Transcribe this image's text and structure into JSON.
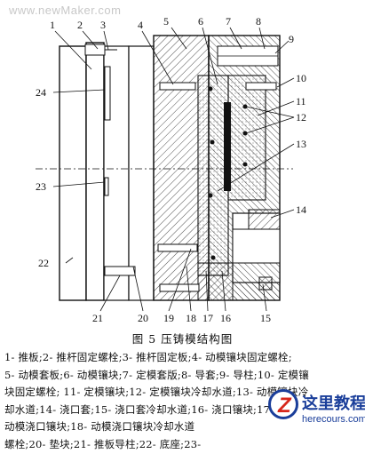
{
  "watermark": "www.newMaker.com",
  "figure": {
    "caption": "图 5  压铸模结构图",
    "callouts": {
      "1": "1",
      "2": "2",
      "3": "3",
      "4": "4",
      "5": "5",
      "6": "6",
      "7": "7",
      "8": "8",
      "9": "9",
      "10": "10",
      "11": "11",
      "12": "12",
      "13": "13",
      "14": "14",
      "15": "15",
      "16": "16",
      "17": "17",
      "18": "18",
      "19": "19",
      "20": "20",
      "21": "21",
      "22": "22",
      "23": "23",
      "24": "24"
    }
  },
  "legend_lines": [
    "1- 推板;2- 推杆固定螺栓;3- 推杆固定板;4- 动模镶块固定螺栓;",
    "5- 动模套板;6- 动模镶块;7- 定模套版;8- 导套;9- 导柱;10- 定模镶",
    "块固定螺栓; 11- 定模镶块;12- 定模镶块冷却水道;13- 动模镶块冷",
    "却水道;14- 浇口套;15- 浇口套冷却水道;16- 浇口镶块;17- 动",
    "动模浇口镶块;18- 动模浇口镶块冷却水道",
    "螺栓;20- 垫块;21- 推板导柱;22- 底座;23- "
  ],
  "logo": {
    "mark": "Z",
    "name": "这里教程网",
    "url": "herecours.com",
    "colors": {
      "blue": "#1a3e9a",
      "red": "#d6261b"
    }
  }
}
